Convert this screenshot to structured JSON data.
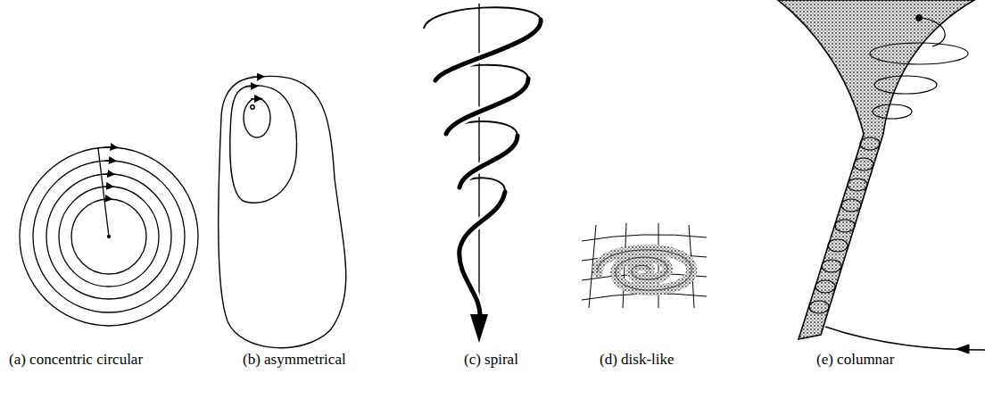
{
  "diagram": {
    "labels": [
      "(a) concentric circular",
      "(b) asymmetrical",
      "(c) spiral",
      "(d) disk-like",
      "(e) columnar"
    ]
  }
}
